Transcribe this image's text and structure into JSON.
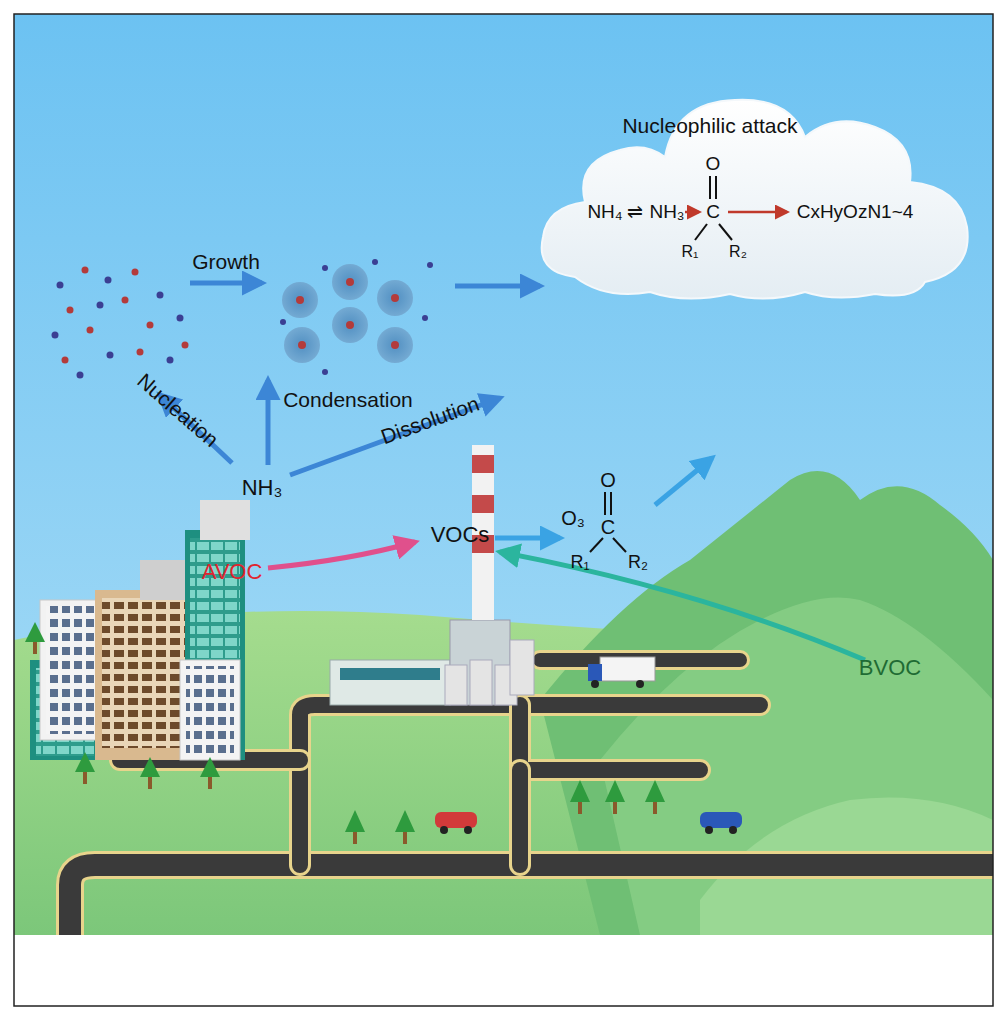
{
  "diagram": {
    "nodes": [
      {
        "text": [
          "Nucleophilic attack",
          "NH₄",
          "⇌",
          "NH₃",
          "O",
          "C",
          "R₁",
          "R₂",
          "CxHyOzN1~4"
        ]
      }
    ],
    "labels": [
      "Growth",
      "Nucleation",
      "Condensation",
      "Dissolution",
      "NH₃",
      "VOCs",
      "O₃",
      "O",
      "C",
      "R₁",
      "R₂",
      "AVOC",
      "BVOC"
    ]
  }
}
